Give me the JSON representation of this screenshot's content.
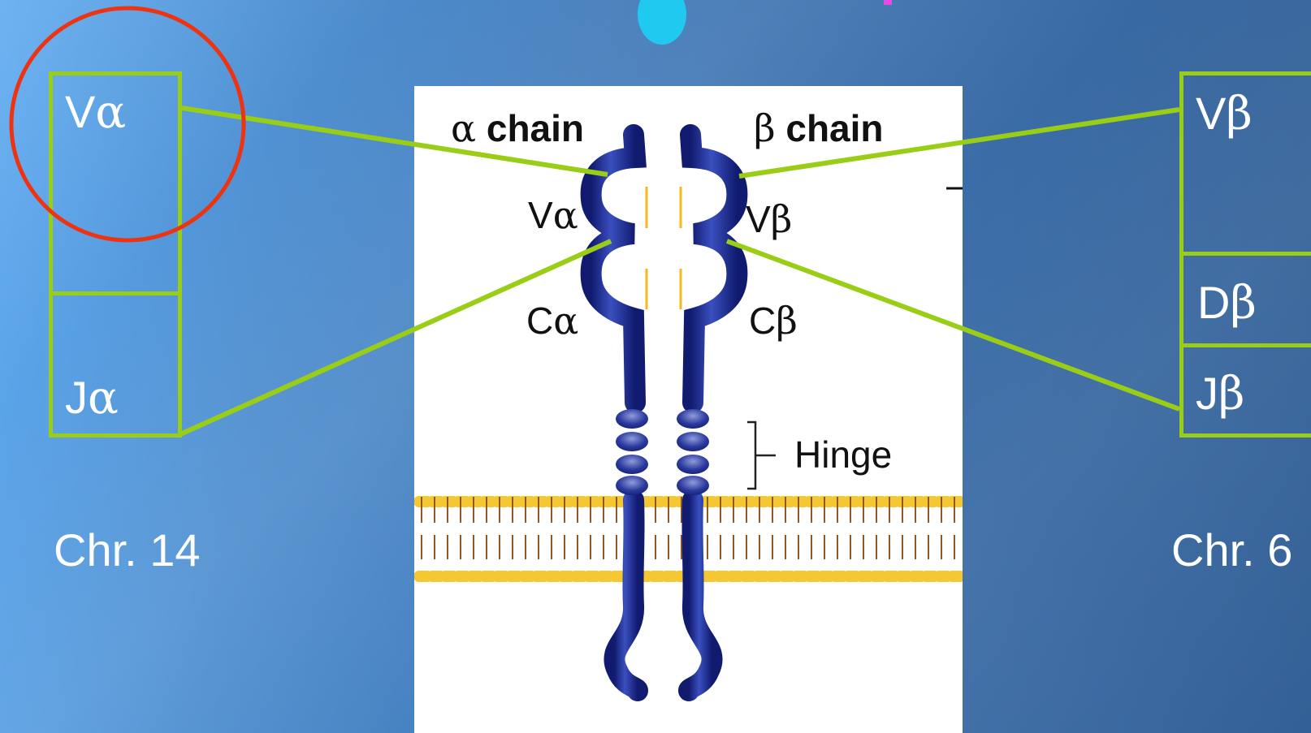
{
  "colors": {
    "background": "#4a86c8",
    "segment_border": "#9acd16",
    "highlight_circle": "#ee3311",
    "protein": "#1b2a8c",
    "membrane": "#f5c733",
    "disulfide": "#f5b820",
    "panel": "#ffffff"
  },
  "alpha_locus": {
    "segments": [
      {
        "symbol": "V",
        "greek": "α"
      },
      {
        "symbol": "J",
        "greek": "α"
      }
    ],
    "chromosome": "Chr. 14"
  },
  "beta_locus": {
    "segments": [
      {
        "symbol": "V",
        "greek": "β"
      },
      {
        "symbol": "D",
        "greek": "β"
      },
      {
        "symbol": "J",
        "greek": "β"
      }
    ],
    "chromosome": "Chr. 6"
  },
  "receptor": {
    "alpha_chain_label": {
      "greek": "α",
      "text": " chain"
    },
    "beta_chain_label": {
      "greek": "β",
      "text": " chain"
    },
    "domains": {
      "v_alpha": {
        "symbol": "V",
        "greek": "α"
      },
      "c_alpha": {
        "symbol": "C",
        "greek": "α"
      },
      "v_beta": {
        "symbol": "V",
        "greek": "β"
      },
      "c_beta": {
        "symbol": "C",
        "greek": "β"
      }
    },
    "hinge_label": "Hinge"
  }
}
